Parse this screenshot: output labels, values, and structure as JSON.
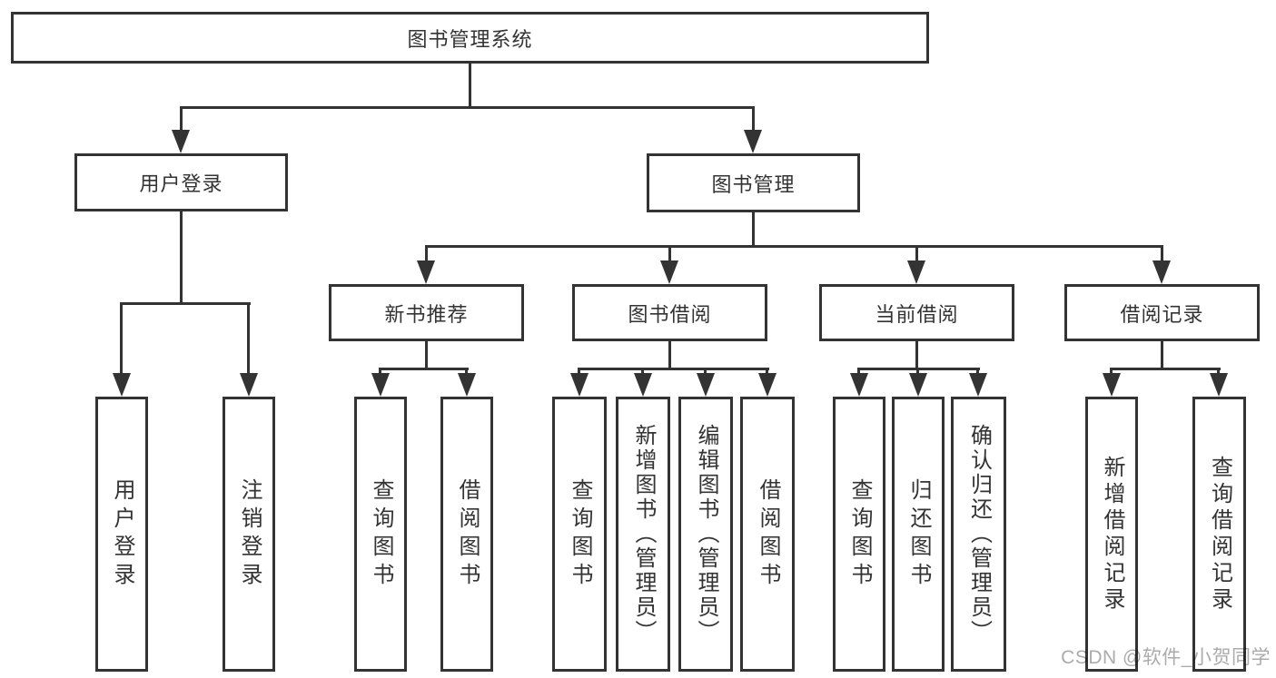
{
  "tree": {
    "root": "图书管理系统",
    "branches": [
      {
        "label": "用户登录",
        "leaves": [
          "用户登录",
          "注销登录"
        ]
      },
      {
        "label": "图书管理",
        "sections": [
          {
            "label": "新书推荐",
            "leaves": [
              "查询图书",
              "借阅图书"
            ]
          },
          {
            "label": "图书借阅",
            "leaves": [
              "查询图书",
              "新增图书（管理员）",
              "编辑图书（管理员）",
              "借阅图书"
            ]
          },
          {
            "label": "当前借阅",
            "leaves": [
              "查询图书",
              "归还图书",
              "确认归还（管理员）"
            ]
          },
          {
            "label": "借阅记录",
            "leaves": [
              "新增借阅记录",
              "查询借阅记录"
            ]
          }
        ]
      }
    ]
  },
  "watermark": {
    "text": "CSDN @软件_小贺同学"
  },
  "colors": {
    "line": "#333333",
    "text": "#333333",
    "watermark": "#ababab",
    "background": "#ffffff"
  }
}
